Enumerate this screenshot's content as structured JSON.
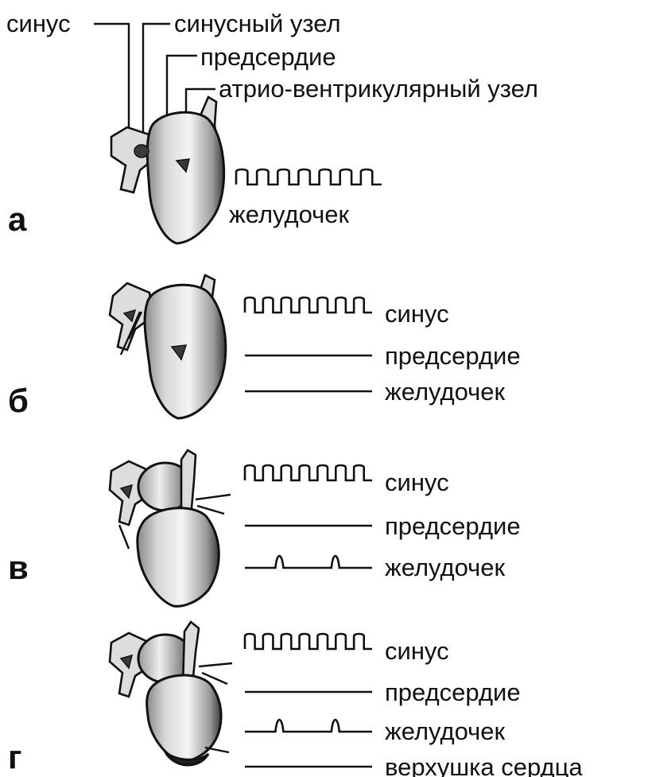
{
  "top_labels": {
    "sinus": "синус",
    "sinus_node": "синусный узел",
    "atrium": "предсердие",
    "av_node": "атрио-вентрикулярный узел"
  },
  "panels": [
    {
      "letter": "а",
      "rows": [
        {
          "label": "желудочек",
          "trace": "regular"
        }
      ]
    },
    {
      "letter": "б",
      "rows": [
        {
          "label": "синус",
          "trace": "regular"
        },
        {
          "label": "предсердие",
          "trace": "flat"
        },
        {
          "label": "желудочек",
          "trace": "flat"
        }
      ]
    },
    {
      "letter": "в",
      "rows": [
        {
          "label": "синус",
          "trace": "regular"
        },
        {
          "label": "предсердие",
          "trace": "flat"
        },
        {
          "label": "желудочек",
          "trace": "sparse"
        }
      ]
    },
    {
      "letter": "г",
      "rows": [
        {
          "label": "синус",
          "trace": "regular"
        },
        {
          "label": "предсердие",
          "trace": "flat"
        },
        {
          "label": "желудочек",
          "trace": "sparse"
        },
        {
          "label": "верхушка сердца",
          "trace": "flat"
        }
      ]
    }
  ]
}
